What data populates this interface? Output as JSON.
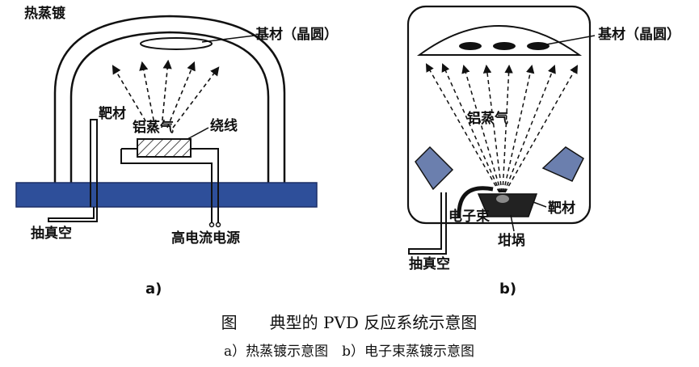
{
  "panel_a": {
    "title": "热蒸镀",
    "substrate": "基材（晶圆）",
    "target": "靶材",
    "vapor": "铝蒸气",
    "coil": "绕线",
    "vacuum": "抽真空",
    "power": "高电流电源",
    "sublabel": "a)"
  },
  "panel_b": {
    "substrate": "基材（晶圆）",
    "vapor": "铝蒸气",
    "target": "靶材",
    "ebeam": "电子束",
    "crucible": "坩埚",
    "vacuum": "抽真空",
    "sublabel": "b)"
  },
  "caption": {
    "main": "图　　典型的 PVD 反应系统示意图",
    "sub": "a）热蒸镀示意图　b）电子束蒸镀示意图"
  },
  "colors": {
    "base_plate": "#2e4f9a",
    "shield": "#6b7fae",
    "line": "#111111"
  }
}
